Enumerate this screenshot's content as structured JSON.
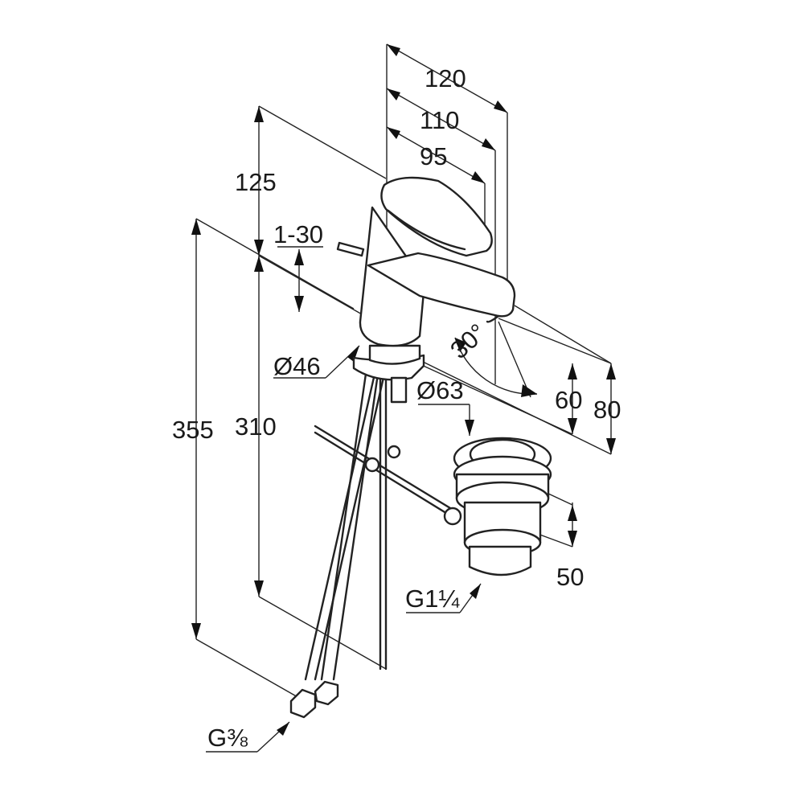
{
  "dimensions": {
    "width_total": "120",
    "width_110": "110",
    "width_95": "95",
    "height_125": "125",
    "lever_1_30": "1-30",
    "base_diameter": "Ø46",
    "height_355": "355",
    "height_310": "310",
    "waste_diameter": "Ø63",
    "spout_angle": "30°",
    "height_60": "60",
    "height_80": "80",
    "waste_height_50": "50",
    "waste_thread": "G1¼",
    "supply_thread": "G⅜"
  }
}
